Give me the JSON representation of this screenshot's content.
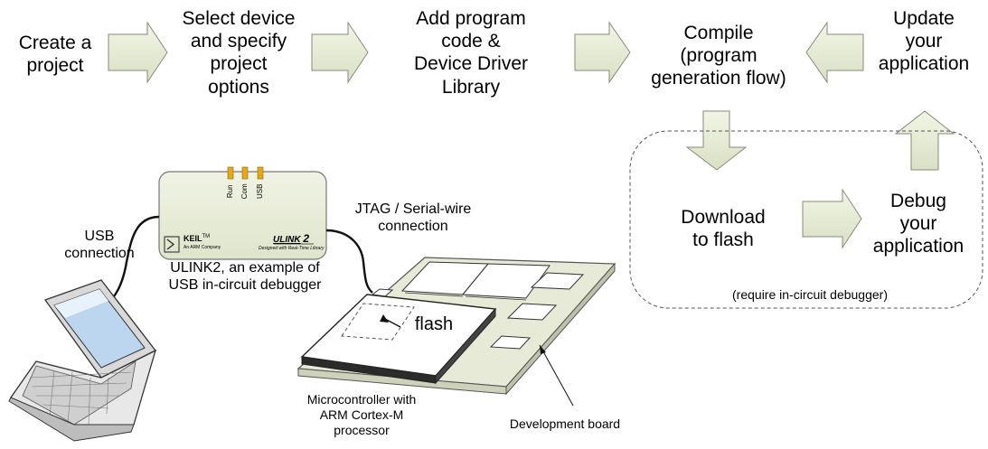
{
  "steps": {
    "create_project": [
      "Create a",
      "project"
    ],
    "select_device": [
      "Select device",
      "and specify",
      "project",
      "options"
    ],
    "add_code": [
      "Add program",
      "code &",
      "Device Driver",
      "Library"
    ],
    "compile": [
      "Compile",
      "(program",
      "generation flow)"
    ],
    "update_app": [
      "Update",
      "your",
      "application"
    ],
    "download": [
      "Download",
      "to flash"
    ],
    "debug": [
      "Debug",
      "your",
      "application"
    ]
  },
  "notes": {
    "require_debugger": "(require in-circuit debugger)",
    "usb_connection": [
      "USB",
      "connection"
    ],
    "jtag_connection": [
      "JTAG / Serial-wire",
      "connection"
    ],
    "ulink_caption": [
      "ULINK2, an example of",
      "USB in-circuit debugger"
    ],
    "flash_label": "flash",
    "mcu_caption": [
      "Microcontroller with",
      "ARM Cortex-M",
      "processor"
    ],
    "board_caption": "Development board"
  },
  "debugger_device": {
    "leds": [
      "Run",
      "Com",
      "USB"
    ],
    "brand": "KEIL",
    "trademark": "TM",
    "brand_sub": "An ARM Company",
    "model": "ULINK",
    "model_num": "2",
    "model_sub": "Designed with Real-Time Library"
  },
  "colors": {
    "arrow_fill": "#e3ead0",
    "arrow_stroke": "#8a8a7a",
    "device_fill": "#e8ecd8",
    "led": "#e6a817"
  }
}
